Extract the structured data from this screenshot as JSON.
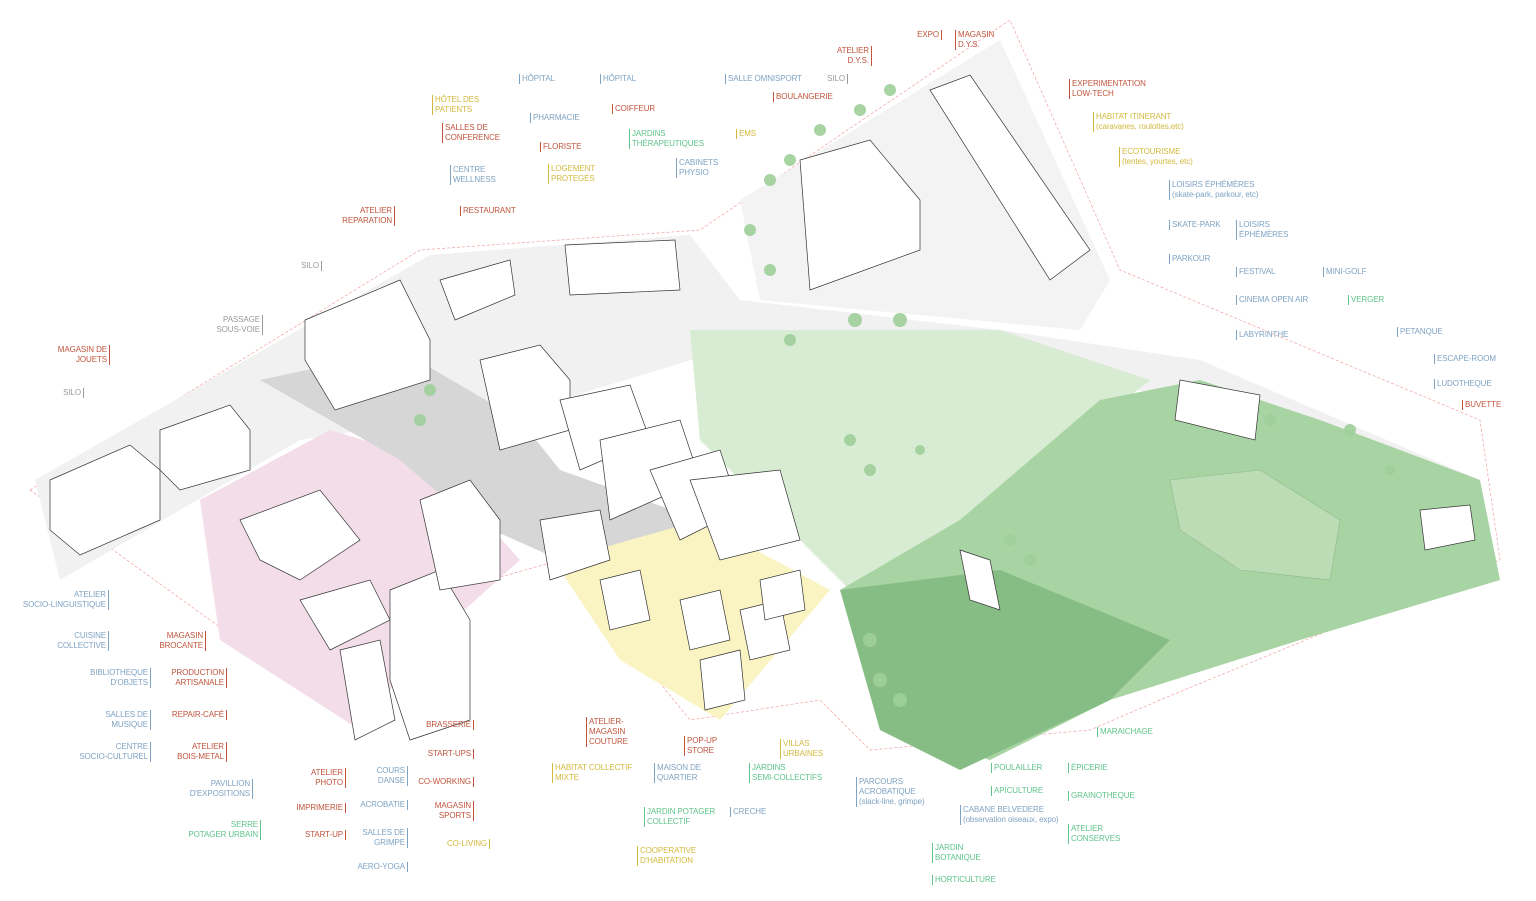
{
  "colors": {
    "red": "#c0553d",
    "blue": "#7fa3c3",
    "yellow": "#d3b93e",
    "green": "#5fc38b",
    "gray": "#9a9a9a",
    "park": "#cfe6c9",
    "hill": "#8cc28a",
    "pink": "#f1dbe6",
    "yellow_zone": "#f8f0b8"
  },
  "labels": [
    "MAGASIN DE\nJOUETS",
    "SILO",
    "ATELIER\nSOCIO-LINGUISTIQUE",
    "CUISINE\nCOLLECTIVE",
    "BIBLIOTHEQUE\nD'OBJETS",
    "SALLES DE\nMUSIQUE",
    "CENTRE\nSOCIO-CULTUREL",
    "MAGASIN\nBROCANTE",
    "PRODUCTION\nARTISANALE",
    "REPAIR-CAFÉ",
    "ATELIER\nBOIS-METAL",
    "PAVILLION\nD'EXPOSITIONS",
    "SERRE\nPOTAGER URBAIN",
    "ATELIER\nPHOTO",
    "IMPRIMERIE",
    "START-UP",
    "COURS\nDANSE",
    "ACROBATIE",
    "SALLES DE\nGRIMPE",
    "AERO-YOGA",
    "BRASSERIE",
    "START-UPS",
    "CO-WORKING",
    "MAGASIN\nSPORTS",
    "CO-LIVING",
    "PASSAGE\nSOUS-VOIE",
    "SILO",
    "ATELIER\nREPARATION",
    "HÔTEL DES\nPATIENTS",
    "SALLES DE\nCONFERENCE",
    "CENTRE\nWELLNESS",
    "RESTAURANT",
    "HÔPITAL",
    "PHARMACIE",
    "FLORISTE",
    "LOGEMENT\nPROTEGÉS",
    "HÔPITAL",
    "COIFFEUR",
    "JARDINS\nTHÉRAPEUTIQUES",
    "CABINETS\nPHYSIO",
    "SALLE OMNISPORT",
    "EMS",
    "BOULANGERIE",
    "SILO",
    "ATELIER\nD.Y.S.",
    "EXPO",
    "MAGASIN\nD.Y.S.",
    "EXPERIMENTATION\nLOW-TECH",
    "HABITAT ITINERANT\n(caravanes, roulottes,etc)",
    "ECOTOURISME\n(tentes, yourtes, etc)",
    "LOISIRS ÉPHÉMÈRES\n(skate-park, parkour, etc)",
    "SKATE-PARK",
    "PARKOUR",
    "LOISIRS\nÉPHÉMÈRES",
    "FESTIVAL",
    "CINEMA OPEN AIR",
    "LABYRINTHE",
    "MINI-GOLF",
    "VERGER",
    "PETANQUE",
    "ESCAPE-ROOM",
    "LUDOTHEQUE",
    "BUVETTE",
    "HABITAT COLLECTIF\nMIXTE",
    "ATELIER-\nMAGASIN\nCOUTURE",
    "POP-UP\nSTORE",
    "MAISON DE\nQUARTIER",
    "JARDIN POTAGER\nCOLLECTIF",
    "COOPERATIVE\nD'HABITATION",
    "CRECHE",
    "VILLAS\nURBAINES",
    "JARDINS\nSEMI-COLLECTIFS",
    "PARCOURS\nACROBATIQUE\n(slack-line, grimpe)",
    "JARDIN\nBOTANIQUE",
    "HORTICULTURE",
    "POULAILLER",
    "APICULTURE",
    "CABANE BELVEDERE\n(observation oiseaux, expo)",
    "MARAICHAGE",
    "ÉPICERIE",
    "GRAINOTHEQUE",
    "ATELIER\nCONSERVES"
  ]
}
